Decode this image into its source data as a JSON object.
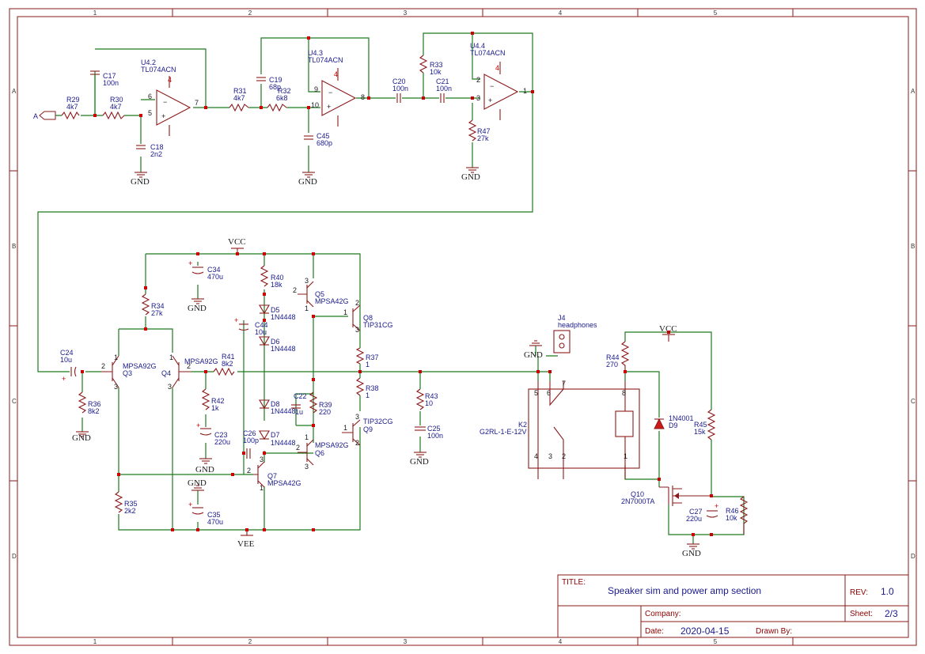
{
  "title_block": {
    "title_key": "TITLE:",
    "title": "Speaker sim and power amp section",
    "rev_key": "REV:",
    "rev": "1.0",
    "company_key": "Company:",
    "company": "",
    "sheet_key": "Sheet:",
    "sheet": "2/3",
    "date_key": "Date:",
    "date": "2020-04-15",
    "drawn_key": "Drawn By:",
    "drawn_by": ""
  },
  "frame": {
    "columns": [
      "1",
      "2",
      "3",
      "4",
      "5"
    ],
    "rows": [
      "A",
      "B",
      "C",
      "D"
    ]
  },
  "net_labels": {
    "input": "A",
    "gnd": "GND",
    "vcc": "VCC",
    "vee": "VEE"
  },
  "components": {
    "r29": [
      "R29",
      "4k7"
    ],
    "r30": [
      "R30",
      "4k7"
    ],
    "c17": [
      "C17",
      "100n"
    ],
    "c18": [
      "C18",
      "2n2"
    ],
    "u42": [
      "U4.2",
      "TL074ACN"
    ],
    "r31": [
      "R31",
      "4k7"
    ],
    "r32": [
      "R32",
      "6k8"
    ],
    "c19": [
      "C19",
      "68p"
    ],
    "c45": [
      "C45",
      "680p"
    ],
    "u43": [
      "U4.3",
      "TL074ACN"
    ],
    "c20": [
      "C20",
      "100n"
    ],
    "c21": [
      "C21",
      "100n"
    ],
    "r33": [
      "R33",
      "10k"
    ],
    "r47": [
      "R47",
      "27k"
    ],
    "u44": [
      "U4.4",
      "TL074ACN"
    ],
    "c34": [
      "C34",
      "470u"
    ],
    "r34": [
      "R34",
      "27k"
    ],
    "r40": [
      "R40",
      "18k"
    ],
    "d5": [
      "D5",
      "1N4448"
    ],
    "c44": [
      "C44",
      "10u"
    ],
    "d6": [
      "D6",
      "1N4448"
    ],
    "q5": [
      "Q5",
      "MPSA42G"
    ],
    "q8": [
      "Q8",
      "TIP31CG"
    ],
    "c24": [
      "C24",
      "10u"
    ],
    "q3": [
      "Q3",
      "MPSA92G"
    ],
    "q4": [
      "Q4",
      "MPSA92G"
    ],
    "r41": [
      "R41",
      "8k2"
    ],
    "r37": [
      "R37",
      "1"
    ],
    "r36": [
      "R36",
      "8k2"
    ],
    "r42": [
      "R42",
      "1k"
    ],
    "c22": [
      "C22",
      "1u"
    ],
    "r39": [
      "R39",
      "220"
    ],
    "d8": [
      "D8",
      "1N4448"
    ],
    "r38": [
      "R38",
      "1"
    ],
    "r43": [
      "R43",
      "10"
    ],
    "c23": [
      "C23",
      "220u"
    ],
    "c26": [
      "C26",
      "100p"
    ],
    "d7": [
      "D7",
      "1N4448"
    ],
    "q6": [
      "Q6",
      "MPSA92G"
    ],
    "q9": [
      "Q9",
      "TIP32CG"
    ],
    "c25": [
      "C25",
      "100n"
    ],
    "q7": [
      "Q7",
      "MPSA42G"
    ],
    "r35": [
      "R35",
      "2k2"
    ],
    "c35": [
      "C35",
      "470u"
    ],
    "j4": [
      "J4",
      "headphones"
    ],
    "k2": [
      "K2",
      "G2RL-1-E-12V"
    ],
    "r44": [
      "R44",
      "270"
    ],
    "d9": [
      "1N4001",
      "D9"
    ],
    "r45": [
      "R45",
      "15k"
    ],
    "q10": [
      "Q10",
      "2N7000TA"
    ],
    "c27": [
      "C27",
      "220u"
    ],
    "r46": [
      "R46",
      "10k"
    ]
  },
  "colors": {
    "wire": "#1f7a1f",
    "part": "#8b1a1a",
    "label": "#1a1a8c",
    "junction": "#cc0000"
  }
}
